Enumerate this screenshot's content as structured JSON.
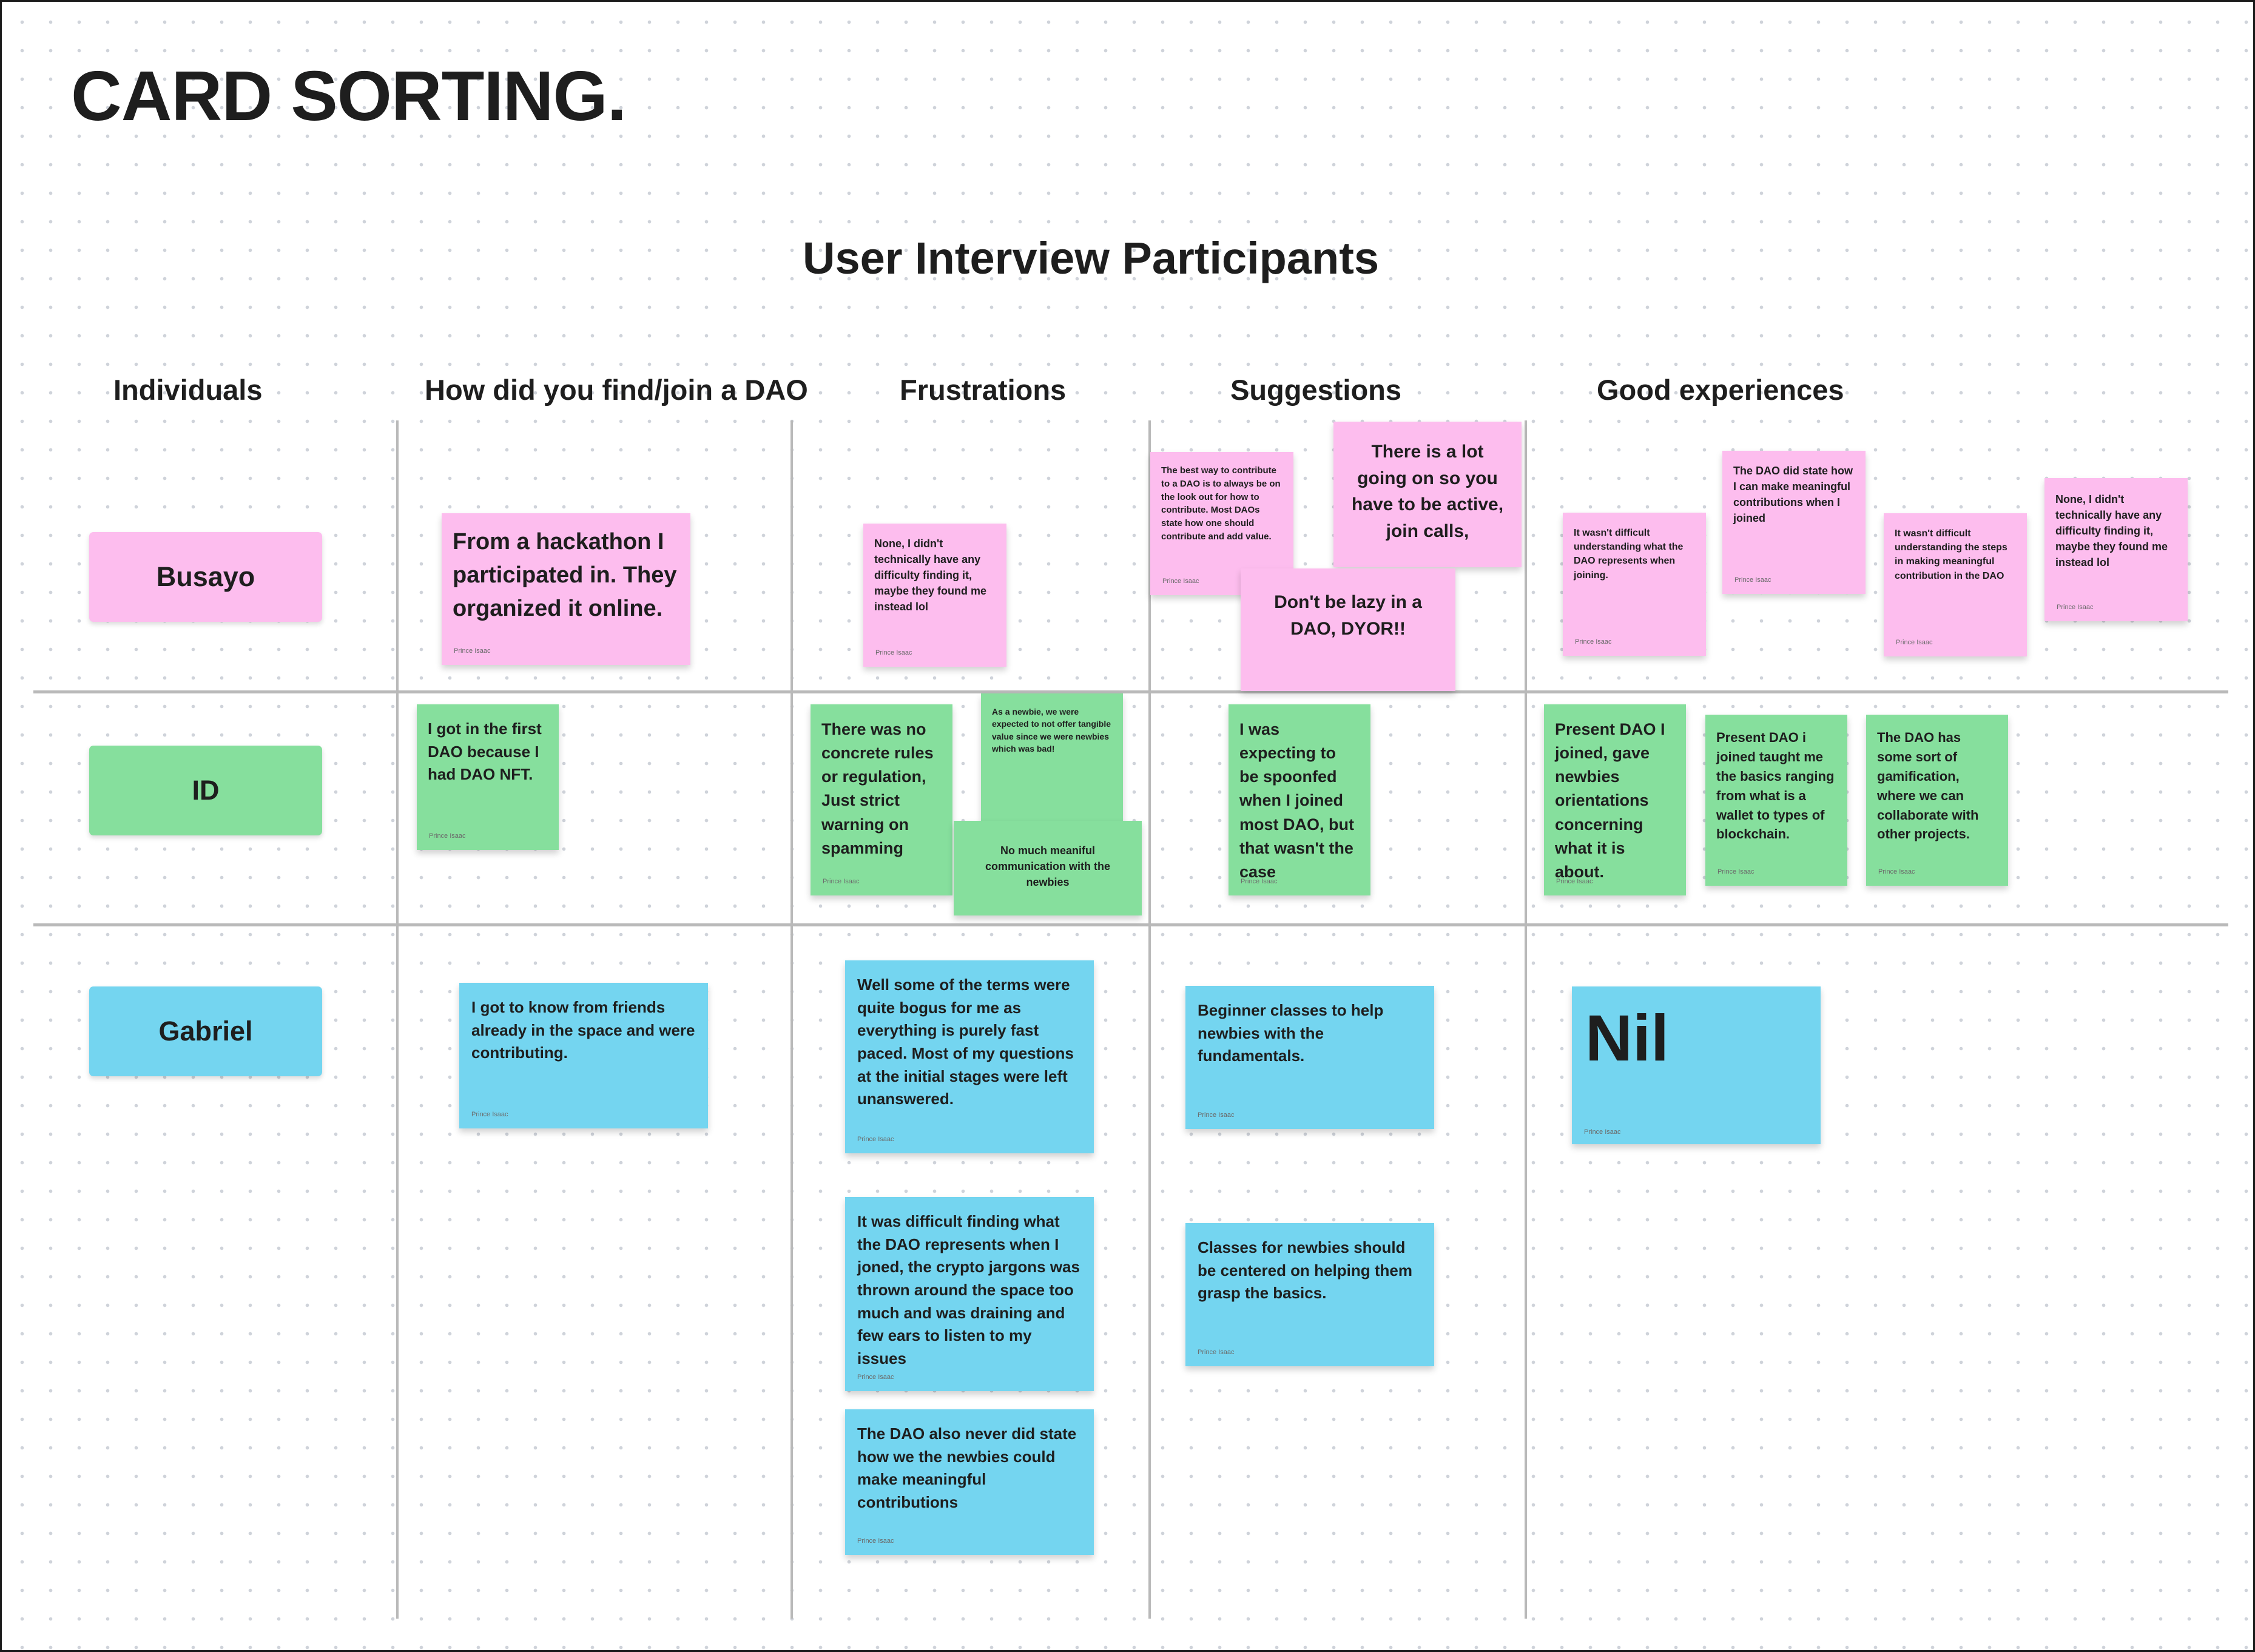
{
  "title": "CARD SORTING.",
  "subtitle": "User Interview  Participants",
  "columns": [
    "Individuals",
    "How did you find/join a DAO",
    "Frustrations",
    "Suggestions",
    "Good experiences"
  ],
  "participants": [
    "Busayo",
    "ID",
    "Gabriel"
  ],
  "author": "Prince Isaac",
  "colors": {
    "busayo": "#fdbdee",
    "id": "#86df9d",
    "gabriel": "#74d5f0",
    "divider": "#b9b9b9"
  },
  "notes": {
    "busayo_find": "From a hackathon I participated in. They organized it online.",
    "busayo_frustration": "None, I didn't technically have any difficulty finding it, maybe they found me instead lol",
    "busayo_sugg_1": "The best way to contribute to a DAO is to always be on the look out for how to contribute. Most DAOs state how one should contribute and add value.",
    "busayo_sugg_2": "There is a lot going on so you have to be active, join calls,",
    "busayo_sugg_3": "Don't be lazy in a DAO, DYOR!!",
    "busayo_good_1": "It wasn't difficult understanding what the DAO represents when joining.",
    "busayo_good_2": "The DAO did state how I can make meaningful contributions when I joined",
    "busayo_good_3": "It wasn't difficult understanding the steps in making meaningful contribution in the DAO",
    "busayo_good_4": "None, I didn't technically have any difficulty finding it, maybe they found me instead lol",
    "id_find": "I got in the first DAO because I had  DAO NFT.",
    "id_frustration_1": "There was no concrete rules or regulation, Just strict warning on spamming",
    "id_frustration_2": "As a newbie, we were expected to not offer tangible value since we were newbies which was bad!",
    "id_frustration_3": "No much meaniful communication with the newbies",
    "id_sugg": "I was expecting to be spoonfed when I joined most DAO, but that wasn't the case",
    "id_good_1": "Present DAO I joined, gave newbies orientations concerning what it is about.",
    "id_good_2": "Present DAO i joined taught me the basics ranging from what is a wallet to types of blockchain.",
    "id_good_3": "The DAO has some sort of gamification, where we can collaborate with other projects.",
    "gabriel_find": "I got to know from friends already in the space and were contributing.",
    "gabriel_frustration_1": "Well some of the terms were quite bogus for me as everything is purely fast paced. Most of my questions at the initial stages were left unanswered.",
    "gabriel_frustration_2": "It was difficult finding what the DAO represents when I joned, the crypto jargons was thrown around the space too much and was draining and few ears to listen to my issues",
    "gabriel_frustration_3": "The DAO also never did state how we the newbies could make meaningful contributions",
    "gabriel_sugg_1": "Beginner classes to help newbies with the fundamentals.",
    "gabriel_sugg_2": "Classes for newbies should be centered on helping them grasp the basics.",
    "gabriel_good": "Nil"
  }
}
